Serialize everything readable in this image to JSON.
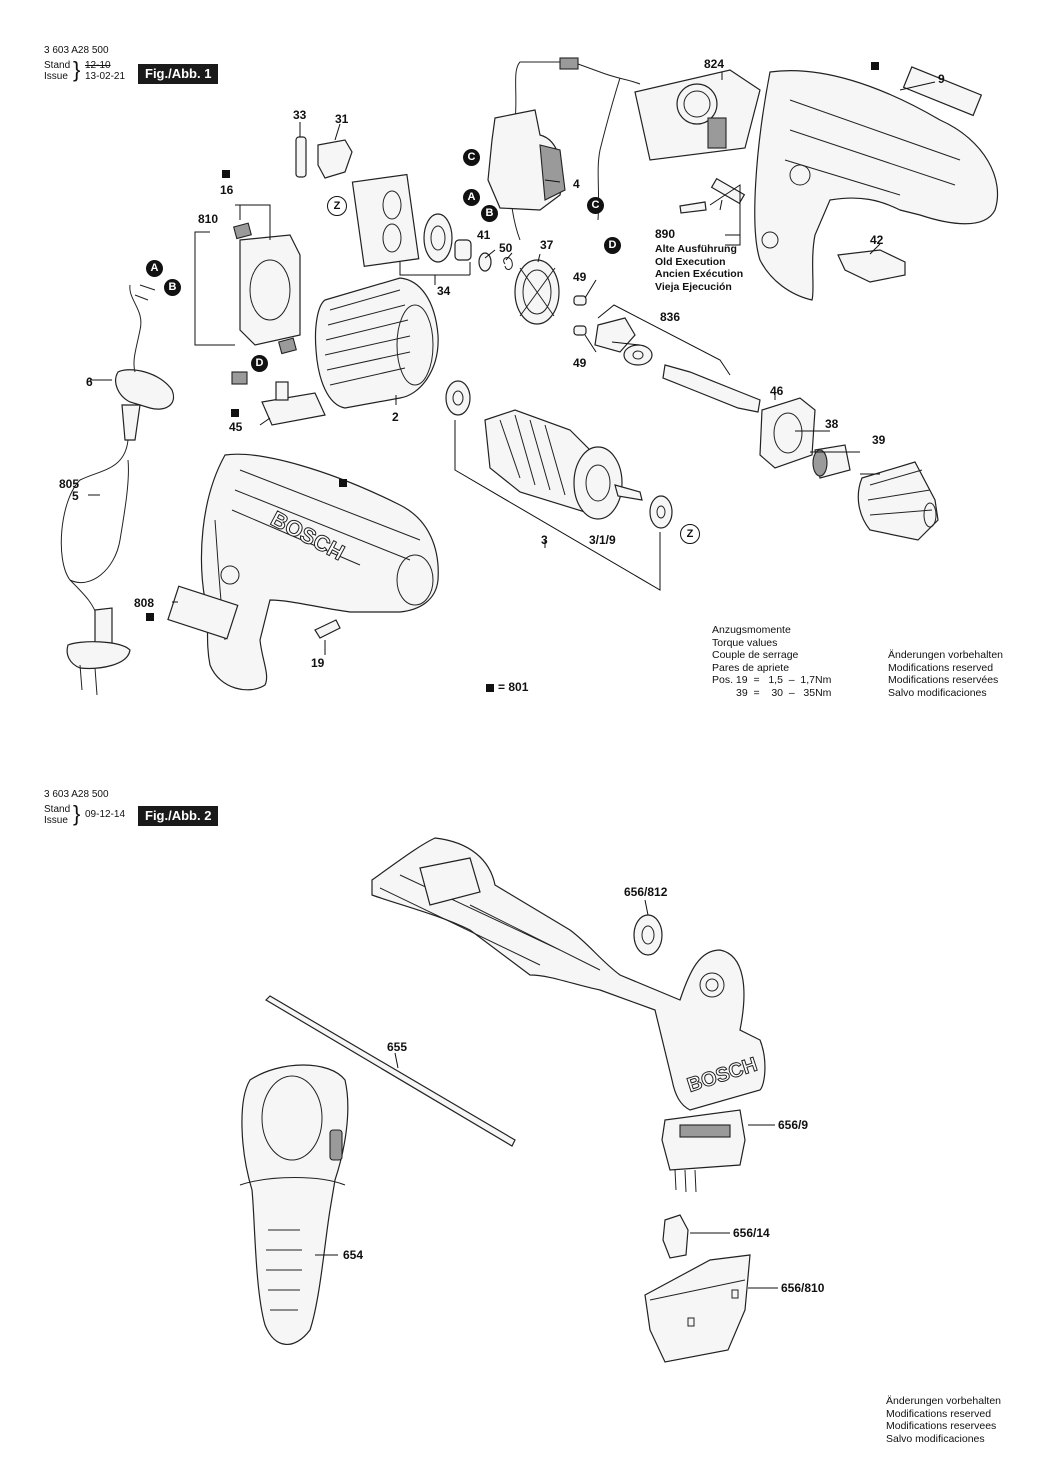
{
  "fig1": {
    "part_number": "3 603 A28 500",
    "stand_label": "Stand",
    "issue_label": "Issue",
    "stand_date_old": "12-10",
    "issue_date": "13-02-21",
    "fig_label": "Fig./Abb. 1",
    "labels": [
      "824",
      "9",
      "33",
      "31",
      "4",
      "16",
      "810",
      "41",
      "50",
      "37",
      "890",
      "42",
      "49",
      "34",
      "836",
      "49",
      "6",
      "46",
      "2",
      "45",
      "38",
      "39",
      "805",
      "5",
      "3",
      "3/1/9",
      "808",
      "19"
    ],
    "callouts": [
      "C",
      "A",
      "B",
      "C",
      "D",
      "A",
      "B",
      "D"
    ],
    "zone_marker": "Z",
    "old_execution": [
      "Alte Ausführung",
      "Old Execution",
      "Ancien Exécution",
      "Vieja Ejecución"
    ],
    "torque": {
      "lines": [
        "Anzugsmomente",
        "Torque values",
        "Couple de serrage",
        "Pares de apriete"
      ],
      "row1": "Pos. 19  =   1,5  –  1,7Nm",
      "row2": "39  =    30  –   35Nm"
    },
    "legend": "= 801",
    "reserved": [
      "Änderungen vorbehalten",
      "Modifications reserved",
      "Modifications reservées",
      "Salvo modificaciones"
    ],
    "brand": "BOSCH"
  },
  "fig2": {
    "part_number": "3 603 A28 500",
    "stand_label": "Stand",
    "issue_label": "Issue",
    "date": "09-12-14",
    "fig_label": "Fig./Abb. 2",
    "labels": [
      "656/812",
      "655",
      "656/9",
      "654",
      "656/14",
      "656/810"
    ],
    "reserved": [
      "Änderungen vorbehalten",
      "Modifications reserved",
      "Modifications reservees",
      "Salvo modificaciones"
    ],
    "brand": "BOSCH"
  }
}
